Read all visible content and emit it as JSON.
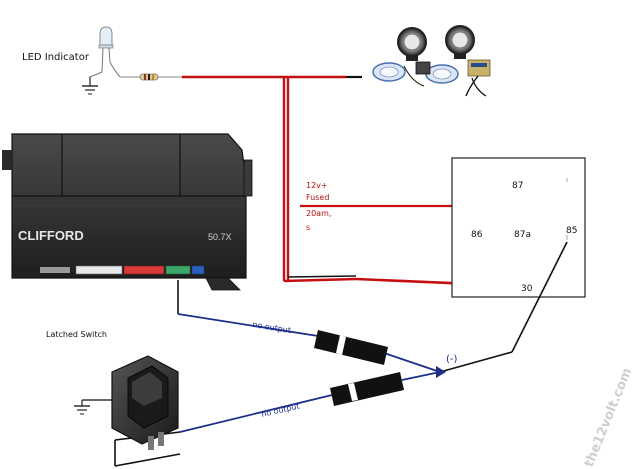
{
  "labels": {
    "led_indicator": "LED Indicator",
    "latched_switch": "Latched Switch",
    "brand": "CLIFFORD",
    "model": "50.7X",
    "power_line1": "12v+",
    "power_line2": "Fused",
    "power_line3": "20am,",
    "power_line4": "s",
    "no_output_upper": "no output",
    "no_output_lower": "no output",
    "negative": "(-)",
    "watermark": "the12volt.com"
  },
  "relay_pins": {
    "pin87": "87",
    "pin86": "86",
    "pin87a": "87a",
    "pin85": "85",
    "pin30": "30"
  },
  "colors": {
    "wire_red": "#c41010",
    "wire_black": "#111111",
    "wire_blue": "#1c2f8a",
    "diode_body": "#111111",
    "module_body": "#2a2a2a",
    "label_red": "#b01212"
  },
  "icons": {
    "led": "led-bulb-icon",
    "ground": "ground-symbol-icon",
    "resistor": "resistor-icon",
    "lights": "offroad-lights-kit-icon",
    "switch": "rocker-switch-icon",
    "diode": "diode-icon"
  }
}
